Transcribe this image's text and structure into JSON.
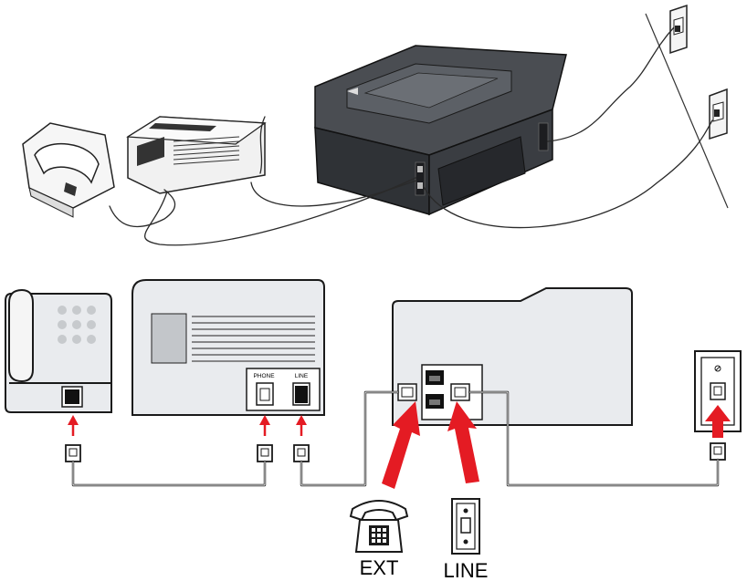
{
  "labels": {
    "phone_port": "PHONE",
    "line_port": "LINE",
    "ext_caption": "EXT",
    "line_caption": "LINE"
  },
  "colors": {
    "arrow_red": "#e41b23",
    "device_gray": "#e9ebee",
    "printer_dark": "#3a3d42",
    "outline": "#1a1a1a"
  },
  "icons": {
    "ext_icon": "telephone-icon",
    "line_icon": "wall-jack-icon"
  }
}
